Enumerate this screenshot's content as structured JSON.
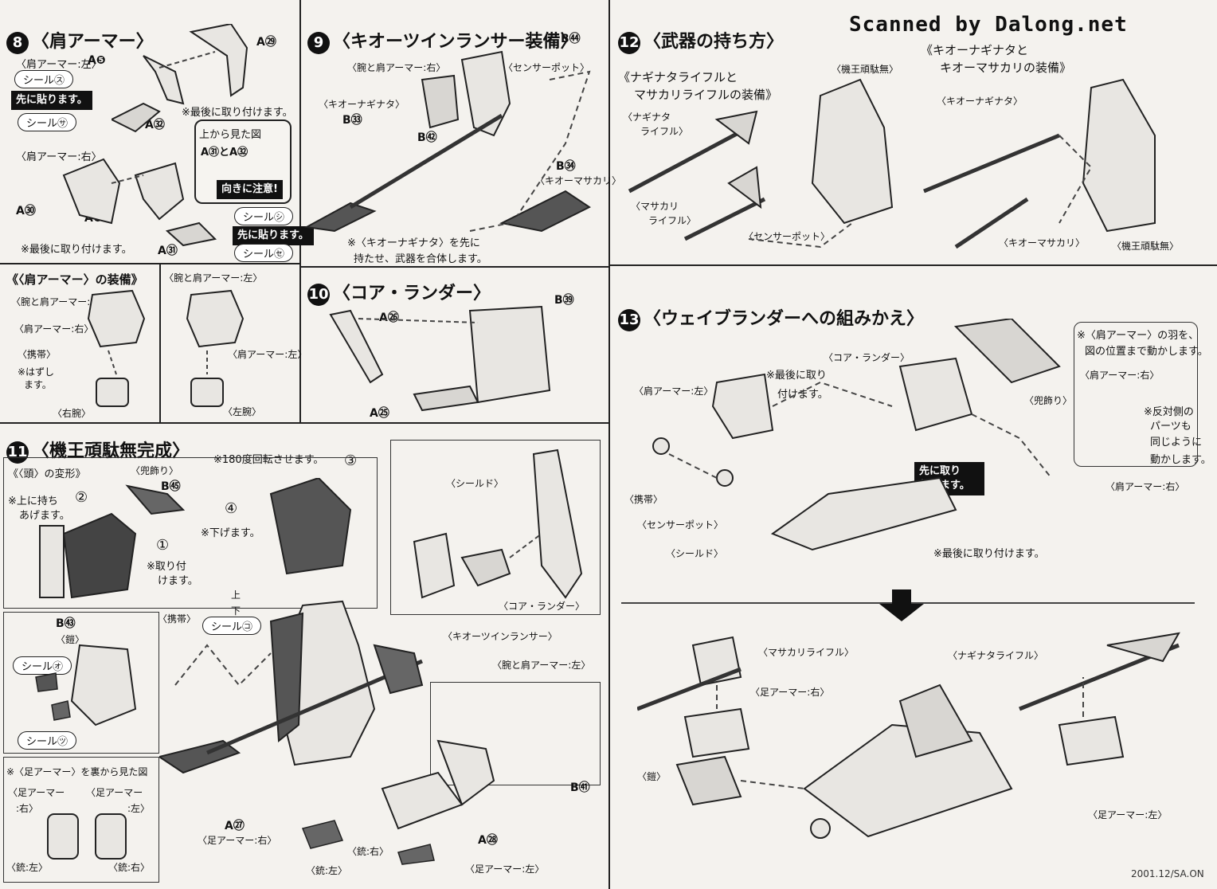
{
  "watermark": "Scanned by Dalong.net",
  "footer": "2001.12/SA.ON",
  "s8": {
    "num": "8",
    "title": "〈肩アーマー〉",
    "label_shoulder_left": "〈肩アーマー:左〉",
    "label_shoulder_right": "〈肩アーマー:右〉",
    "seal_su": "シール㋜",
    "seal_sa": "シール㋚",
    "seal_shi": "シール㋛",
    "seal_se": "シール㋝",
    "stick_first_1": "先に貼ります。",
    "stick_first_2": "先に貼ります。",
    "attach_last_1": "※最後に取り付けます。",
    "attach_last_2": "※最後に取り付けます。",
    "view_top": "上から見た図",
    "a31_a32": "A㉛とA㉜",
    "caution": "向きに注意!",
    "p_a29": "A㉙",
    "p_a5": "A❺",
    "p_a32": "A㉜",
    "p_a30": "A㉚",
    "p_a6": "A❻",
    "p_a31": "A㉛"
  },
  "s8b": {
    "title": "《〈肩アーマー〉の装備》",
    "arm_shoulder_right": "〈腕と肩アーマー:右〉",
    "shoulder_right": "〈肩アーマー:右〉",
    "arm_shoulder_left": "〈腕と肩アーマー:左〉",
    "shoulder_left": "〈肩アーマー:左〉",
    "keitai": "〈携帯〉",
    "remove_1": "※はずし",
    "remove_2": "ます。",
    "right_arm": "〈右腕〉",
    "left_arm": "〈左腕〉"
  },
  "s9": {
    "num": "9",
    "title": "〈キオーツインランサー装備〉",
    "p_b44": "B㊹",
    "arm_shoulder_right": "〈腕と肩アーマー:右〉",
    "sensor_pot": "〈センサーポット〉",
    "naginata": "〈キオーナギナタ〉",
    "p_b33": "B㉝",
    "p_b42": "B㊷",
    "p_b34": "B㉞",
    "masakari": "〈キオーマサカリ〉",
    "note_1": "※〈キオーナギナタ〉を先に",
    "note_2": "持たせ、武器を合体します。"
  },
  "s10": {
    "num": "10",
    "title": "〈コア・ランダー〉",
    "p_a26": "A㉖",
    "p_b39": "B㊴",
    "p_a25": "A㉕"
  },
  "s11": {
    "num": "11",
    "title": "〈機王頑駄無完成〉",
    "head_transform": "《〈頭〉の変形》",
    "helmet_deco": "〈兜飾り〉",
    "p_b45": "B㊺",
    "lift_1": "※上に持ち",
    "lift_2": "あげます。",
    "step2": "②",
    "rotate": "※180度回転させます。",
    "step3": "③",
    "step4": "④",
    "lower": "※下げます。",
    "step1": "①",
    "attach_1": "※取り付",
    "attach_2": "けます。",
    "shield": "〈シールド〉",
    "core_lander": "〈コア・ランダー〉",
    "up": "上",
    "down": "下",
    "seal_ko": "シール㋙",
    "keitai": "〈携帯〉",
    "p_b43": "B㊸",
    "armor": "〈鎧〉",
    "seal_o": "シール㋔",
    "seal_tsu": "シール㋡",
    "twin_lancer": "〈キオーツインランサー〉",
    "arm_shoulder_left": "〈腕と肩アーマー:左〉",
    "foot_back_view": "※〈足アーマー〉を裏から見た図",
    "foot_armor_1": "〈足アーマー",
    "foot_right_1": ":右〉",
    "foot_armor_2": "〈足アーマー",
    "foot_left_2": ":左〉",
    "gun_left_1": "〈銃:左〉",
    "gun_right_1": "〈銃:右〉",
    "p_a27": "A㉗",
    "foot_armor_right": "〈足アーマー:右〉",
    "gun_right": "〈銃:右〉",
    "gun_left": "〈銃:左〉",
    "p_a28": "A㉘",
    "foot_armor_left": "〈足アーマー:左〉",
    "p_b41": "B㊶"
  },
  "s12": {
    "num": "12",
    "title": "〈武器の持ち方〉",
    "equip1_1": "《ナギナタライフルと",
    "equip1_2": "マサカリライフルの装備》",
    "naginata_rifle_1": "〈ナギナタ",
    "naginata_rifle_2": "ライフル〉",
    "masakari_rifle_1": "〈マサカリ",
    "masakari_rifle_2": "ライフル〉",
    "sensor_pot": "〈センサーポット〉",
    "kioh_gundam": "〈機王頑駄無〉",
    "equip2_1": "《キオーナギナタと",
    "equip2_2": "キオーマサカリの装備》",
    "naginata": "〈キオーナギナタ〉",
    "masakari": "〈キオーマサカリ〉",
    "kioh_gundam_2": "〈機王頑駄無〉"
  },
  "s13": {
    "num": "13",
    "title": "〈ウェイブランダーへの組みかえ〉",
    "core_lander": "〈コア・ランダー〉",
    "attach_last_1": "※最後に取り",
    "attach_last_2": "付けます。",
    "shoulder_left": "〈肩アーマー:左〉",
    "helmet_deco": "〈兜飾り〉",
    "wing_note_1": "※〈肩アーマー〉の羽を、",
    "wing_note_2": "図の位置まで動かします。",
    "shoulder_right": "〈肩アーマー:右〉",
    "opposite_1": "※反対側の",
    "opposite_2": "パーツも",
    "opposite_3": "同じように",
    "opposite_4": "動かします。",
    "shoulder_right_2": "〈肩アーマー:右〉",
    "keitai": "〈携帯〉",
    "sensor_pot": "〈センサーポット〉",
    "attach_first_1": "先に取り",
    "attach_first_2": "付けます。",
    "shield": "〈シールド〉",
    "attach_last_3": "※最後に取り付けます。",
    "masakari_rifle": "〈マサカリライフル〉",
    "foot_armor_right": "〈足アーマー:右〉",
    "naginata_rifle": "〈ナギナタライフル〉",
    "armor": "〈鎧〉",
    "foot_armor_left": "〈足アーマー:左〉"
  }
}
